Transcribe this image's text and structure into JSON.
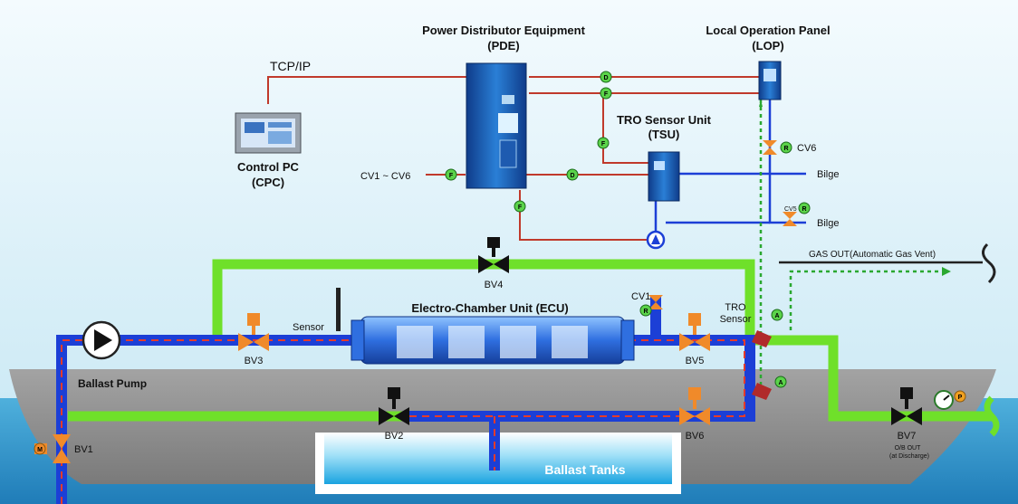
{
  "labels": {
    "pde_title": "Power Distributor Equipment",
    "pde_abbr": "(PDE)",
    "lop_title": "Local Operation Panel",
    "lop_abbr": "(LOP)",
    "tsu_title": "TRO Sensor Unit",
    "tsu_abbr": "(TSU)",
    "tcpip": "TCP/IP",
    "cpc_title": "Control PC",
    "cpc_abbr": "(CPC)",
    "cv_range": "CV1 ~ CV6",
    "cv6": "CV6",
    "cv5": "CV5",
    "cv1": "CV1",
    "bilge1": "Bilge",
    "bilge2": "Bilge",
    "gas_out": "GAS OUT(Automatic Gas Vent)",
    "bv4": "BV4",
    "ecu": "Electro-Chamber Unit (ECU)",
    "sensor": "Sensor",
    "tro_sensor_1": "TRO",
    "tro_sensor_2": "Sensor",
    "bv3": "BV3",
    "bv5": "BV5",
    "ballast_pump": "Ballast Pump",
    "bv2": "BV2",
    "bv6": "BV6",
    "bv7": "BV7",
    "ob_out": "O/B OUT",
    "at_discharge": "(at Discharge)",
    "bv1": "BV1",
    "ballast_tanks": "Ballast Tanks"
  },
  "signals": {
    "d1": "D",
    "f1": "F",
    "f2": "F",
    "d2": "D",
    "f3": "F",
    "f4": "F",
    "r_cv6": "R",
    "r_cv5": "R",
    "r_cv1": "R",
    "a1": "A",
    "a2": "A",
    "p": "P",
    "m": "M"
  },
  "colors": {
    "green_pipe": "#6fe02a",
    "blue_pipe": "#1c3fd6",
    "signal_red": "#c0392b",
    "hull": "#8e8e8e",
    "sky": "#e0f1f9"
  }
}
